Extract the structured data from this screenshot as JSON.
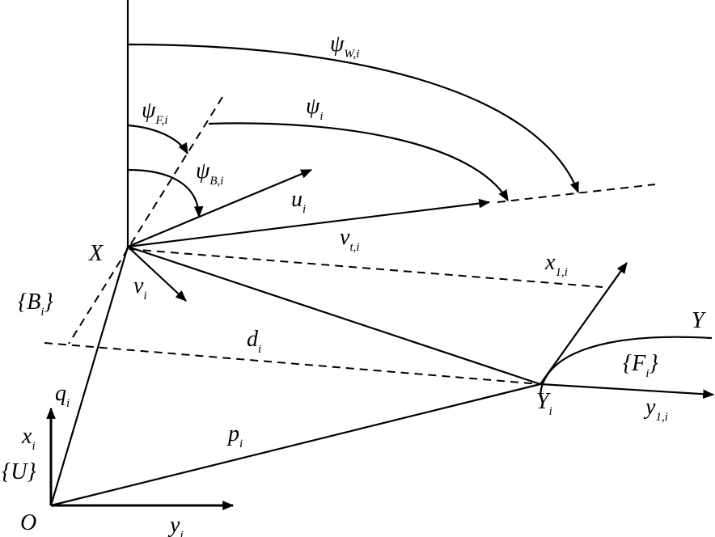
{
  "labels": {
    "psi_W": {
      "base": "ψ",
      "sub": "W,i"
    },
    "psi_F": {
      "base": "ψ",
      "sub": "F,i"
    },
    "psi": {
      "base": "ψ",
      "sub": "i"
    },
    "psi_B": {
      "base": "ψ",
      "sub": "B,i"
    },
    "u": {
      "base": "u",
      "sub": "i"
    },
    "v_t": {
      "base": "v",
      "sub": "t,i"
    },
    "X": "X",
    "x1": {
      "base": "x",
      "sub": "1,i"
    },
    "v": {
      "base": "v",
      "sub": "i"
    },
    "B_frame": "{B",
    "B_frame_sub": "i",
    "B_frame_close": "}",
    "Y": "Y",
    "d": {
      "base": "d",
      "sub": "i"
    },
    "F_frame": "{F",
    "F_frame_sub": "i",
    "F_frame_close": "}",
    "q": {
      "base": "q",
      "sub": "i"
    },
    "Y_i": {
      "base": "Y",
      "sub": "i"
    },
    "y1": {
      "base": "y",
      "sub": "1,i"
    },
    "x_axis": {
      "base": "x",
      "sub": "i"
    },
    "U_frame": "{U}",
    "p": {
      "base": "p",
      "sub": "i"
    },
    "O": "O",
    "y_axis": {
      "base": "y",
      "sub": "i"
    }
  }
}
